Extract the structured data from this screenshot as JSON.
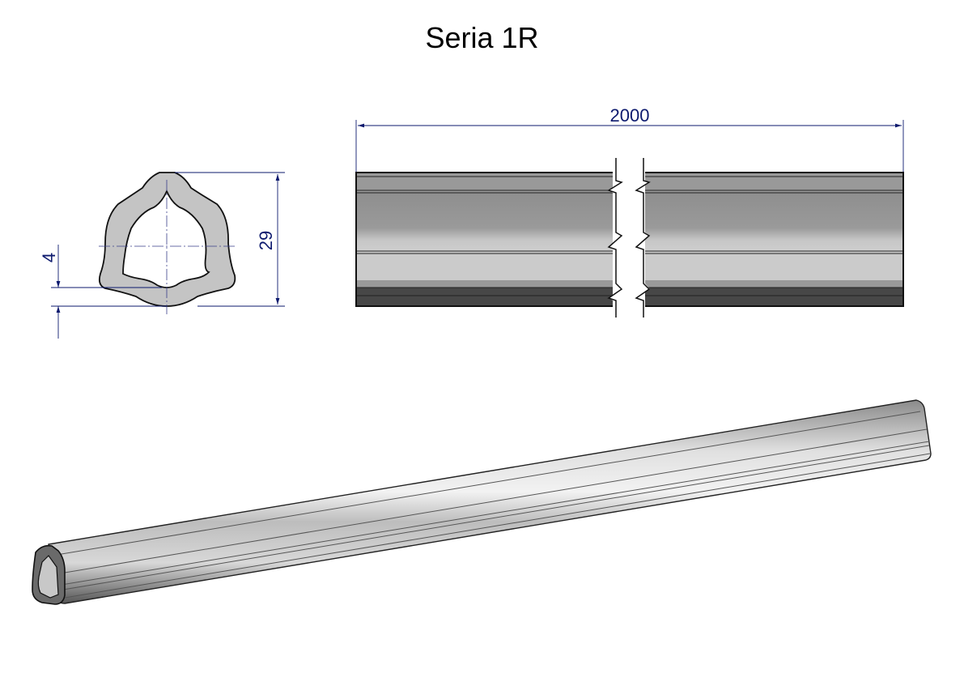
{
  "title": "Seria 1R",
  "dimensions": {
    "length": "2000",
    "height": "29",
    "wall_thickness": "4"
  },
  "colors": {
    "dimension": "#0d1a6e",
    "section_fill": "#c4c4c4",
    "outline": "#111111"
  }
}
